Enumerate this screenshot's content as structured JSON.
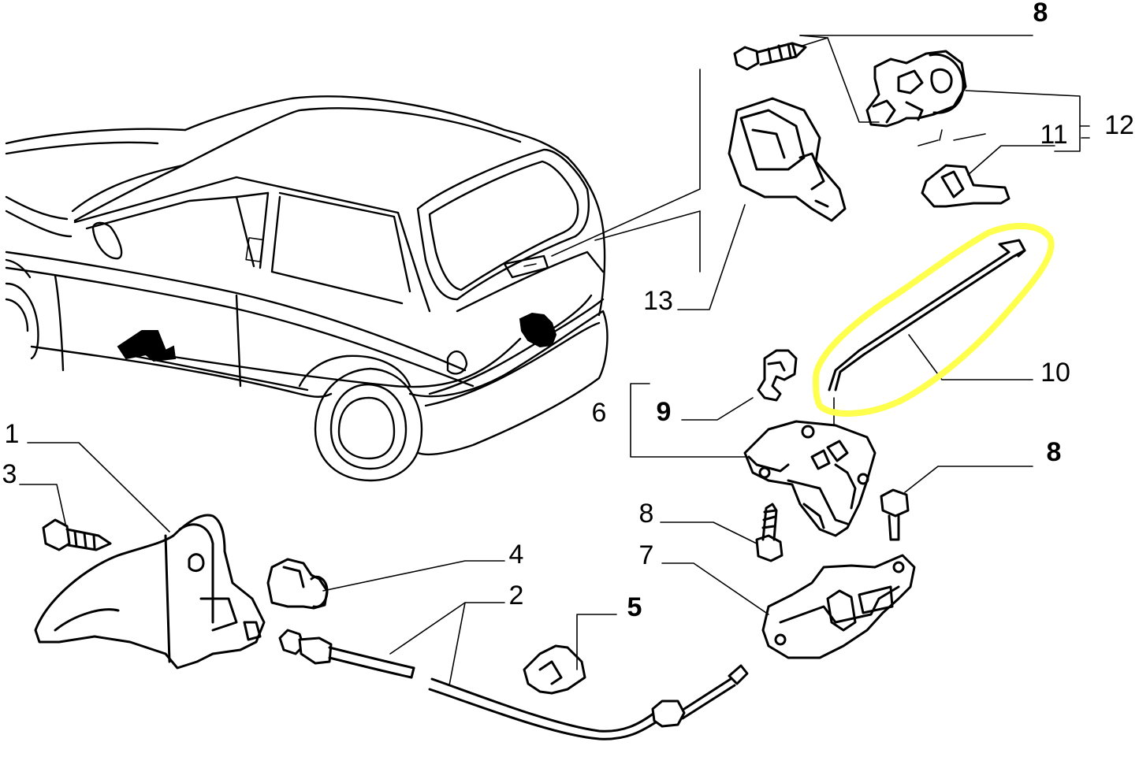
{
  "callouts": {
    "c1": "1",
    "c2": "2",
    "c3": "3",
    "c4": "4",
    "c5": "5",
    "c6": "6",
    "c7": "7",
    "c8a": "8",
    "c8b": "8",
    "c8c": "8",
    "c9": "9",
    "c10": "10",
    "c11": "11",
    "c12": "12",
    "c13": "13"
  },
  "colors": {
    "highlight": "#ffff4d",
    "ink": "#000000",
    "paper": "#ffffff"
  },
  "highlighted_part": "10"
}
